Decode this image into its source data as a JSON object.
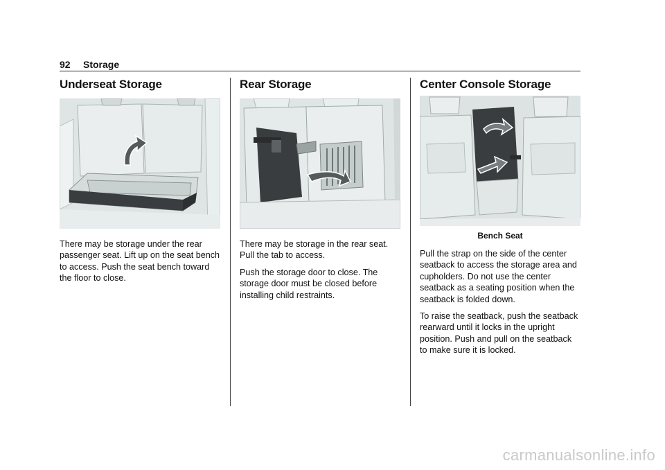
{
  "header": {
    "page_number": "92",
    "section": "Storage"
  },
  "columns": [
    {
      "title": "Underseat Storage",
      "illustration_icon": "underseat-storage-illustration",
      "paragraphs": [
        "There may be storage under the rear passenger seat. Lift up on the seat bench to access. Push the seat bench toward the floor to close."
      ]
    },
    {
      "title": "Rear Storage",
      "illustration_icon": "rear-storage-illustration",
      "paragraphs": [
        "There may be storage in the rear seat. Pull the tab to access.",
        "Push the storage door to close. The storage door must be closed before installing child restraints."
      ]
    },
    {
      "title": "Center Console Storage",
      "illustration_icon": "center-console-storage-illustration",
      "caption": "Bench Seat",
      "paragraphs": [
        "Pull the strap on the side of the center seatback to access the storage area and cupholders. Do not use the center seatback as a seating position when the seatback is folded down.",
        "To raise the seatback, push the seatback rearward until it locks in the upright position. Push and pull on the seatback to make sure it is locked."
      ]
    }
  ],
  "watermark": "carmanualsonline.info",
  "colors": {
    "illustration_bg": "#dde3e3",
    "highlight_part": "#3a3d3f",
    "arrow": "#555a5c"
  }
}
